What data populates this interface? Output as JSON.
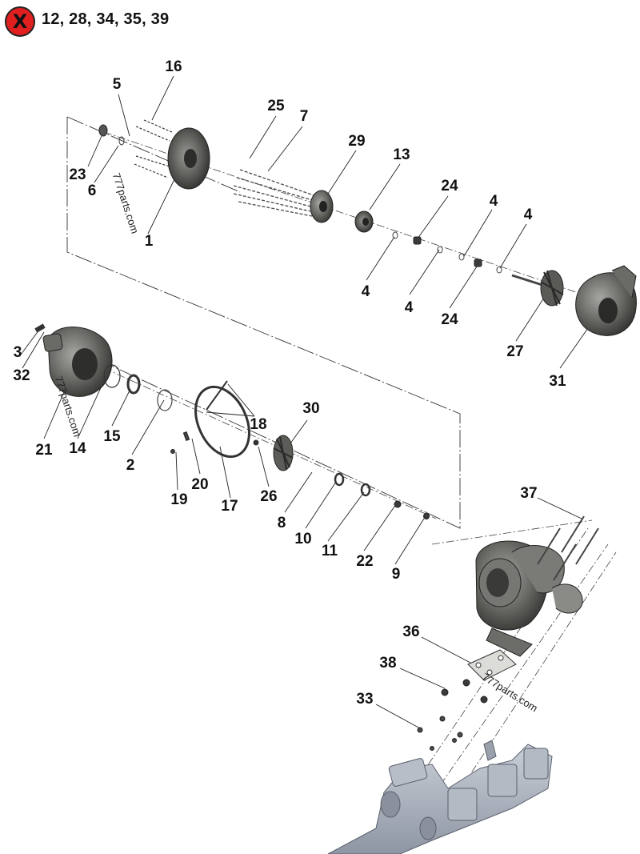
{
  "header": {
    "excluded_icon": "x-icon",
    "excluded_symbol": "X",
    "excluded_items": "12, 28, 34, 35, 39",
    "badge_color": "#e02020"
  },
  "callouts": {
    "c1": "1",
    "c2": "2",
    "c3": "3",
    "c4a": "4",
    "c4b": "4",
    "c4c": "4",
    "c4d": "4",
    "c5": "5",
    "c6": "6",
    "c7": "7",
    "c8": "8",
    "c9": "9",
    "c10": "10",
    "c11": "11",
    "c13": "13",
    "c14": "14",
    "c15": "15",
    "c16": "16",
    "c17": "17",
    "c18": "18",
    "c19": "19",
    "c20": "20",
    "c21": "21",
    "c22": "22",
    "c23": "23",
    "c24a": "24",
    "c24b": "24",
    "c25": "25",
    "c26": "26",
    "c27": "27",
    "c29": "29",
    "c30": "30",
    "c31": "31",
    "c32": "32",
    "c33": "33",
    "c36": "36",
    "c37": "37",
    "c38": "38"
  },
  "watermarks": {
    "w1": "777parts.com",
    "w2": "777parts.com",
    "w3": "777parts.com"
  },
  "colors": {
    "part_dark": "#4a4a48",
    "part_mid": "#7c7c78",
    "manifold": "#a9b0bb"
  }
}
